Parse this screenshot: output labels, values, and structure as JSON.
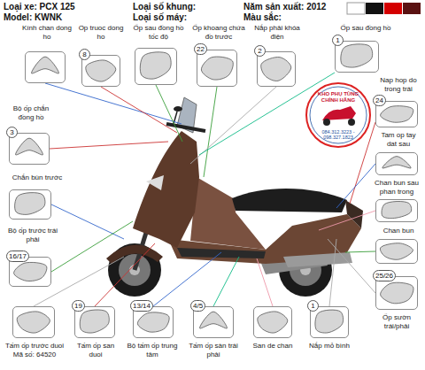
{
  "diagram": {
    "nodes": [
      {
        "text": [
          "Kính chan dong ho"
        ]
      },
      {
        "text": [
          "Op truoc dong ho",
          "8"
        ]
      },
      {
        "text": [
          "Ốp sau đồng hồ tốc độ"
        ]
      },
      {
        "text": [
          "Ốp khoang chứa đồ trước",
          "22"
        ]
      },
      {
        "text": [
          "Nắp phải khóa điện",
          "2"
        ]
      },
      {
        "text": [
          "Ốp sau đồng hồ",
          "1"
        ]
      },
      {
        "text": [
          "Nap hop do trong trái",
          "24"
        ]
      },
      {
        "text": [
          "Tam op tay dat sau"
        ]
      },
      {
        "text": [
          "Chan bun sau phan trong"
        ]
      },
      {
        "text": [
          "Chan bun"
        ]
      },
      {
        "text": [
          "Ốp sườn trái/phải",
          "25/26"
        ]
      },
      {
        "text": [
          "Bộ ốp chắn đồng hồ",
          "3"
        ]
      },
      {
        "text": [
          "Chắn bùn trước"
        ]
      },
      {
        "text": [
          "Bộ ốp trước trái phải",
          "16/17"
        ]
      },
      {
        "text": [
          "Tấm ốp trước duoi",
          "Mã số: 64520"
        ]
      },
      {
        "text": [
          "Tấm ốp san duoi",
          "19"
        ]
      },
      {
        "text": [
          "Bộ tấm ốp trung tâm",
          "13/14"
        ]
      },
      {
        "text": [
          "Tấm ốp sàn trái phải",
          "4/5"
        ]
      },
      {
        "text": [
          "San de chan"
        ]
      },
      {
        "text": [
          "Nắp mỏ bình",
          "1"
        ]
      }
    ],
    "labels": [
      "Loại xe: PCX 125",
      "Loại số khung:",
      "Năm sản xuất: 2012",
      "Model: KWNK",
      "Loại số máy:",
      "Màu sắc:",
      "KHO PHỤ TÙNG CHÍNH HÃNG",
      "084.312.3223 - 098.327.1823"
    ]
  }
}
